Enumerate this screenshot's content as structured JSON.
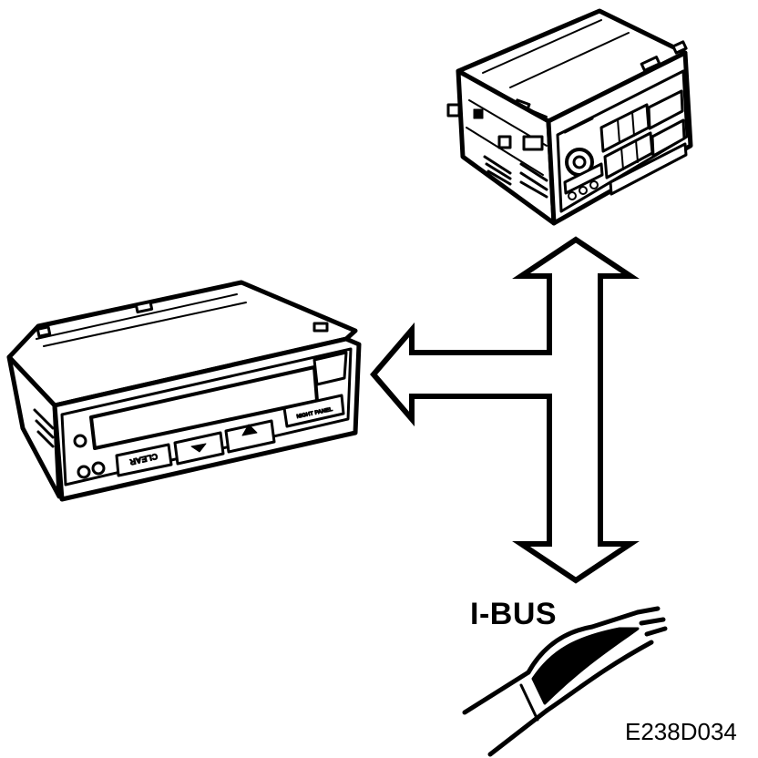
{
  "diagram": {
    "bus_label": "I-BUS",
    "figure_code": "E238D034",
    "display_panel": {
      "clear_label": "CLEAR",
      "night_panel_label": "NIGHT PANEL"
    }
  }
}
